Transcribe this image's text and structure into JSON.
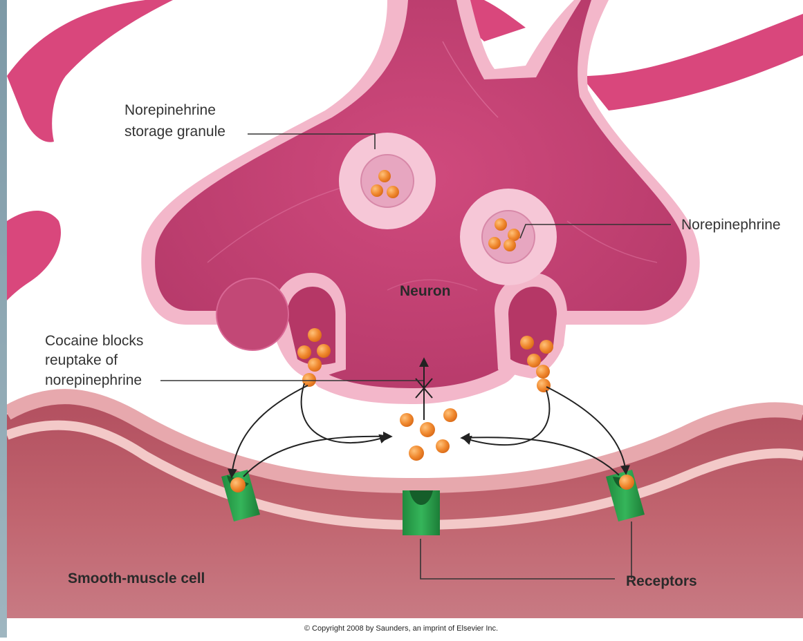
{
  "labels": {
    "storage_granule_line1": "Norepinehrine",
    "storage_granule_line2": "storage granule",
    "norepinephrine": "Norepinephrine",
    "neuron": "Neuron",
    "cocaine_line1": "Cocaine blocks",
    "cocaine_line2": "reuptake of",
    "cocaine_line3": "norepinephrine",
    "smooth_muscle": "Smooth-muscle cell",
    "receptors": "Receptors"
  },
  "footer": {
    "copyright": "© Copyright 2008 by Saunders, an imprint of Elsevier Inc."
  },
  "colors": {
    "neuron_wall": "#d9487a",
    "neuron_inner": "#c64374",
    "membrane": "#f6c3d3",
    "muscle_cell": "#bb5a66",
    "receptor": "#27a048",
    "neurotransmitter": "#f0892f"
  }
}
